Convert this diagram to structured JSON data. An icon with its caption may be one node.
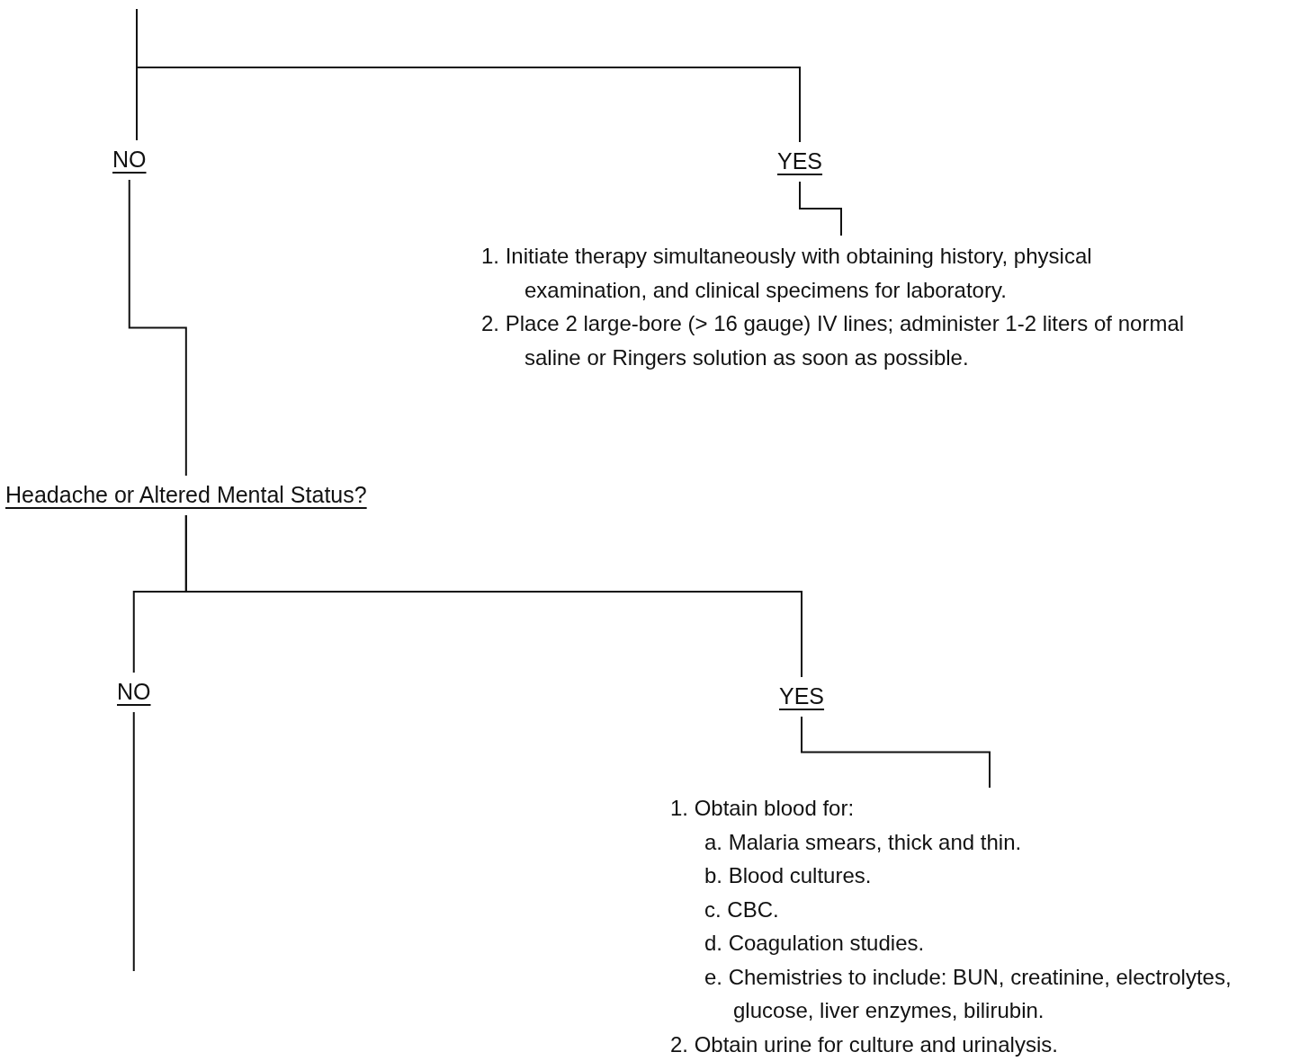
{
  "diagram": {
    "nodes": [
      {
        "text": [
          "NO"
        ]
      },
      {
        "text": [
          "YES"
        ]
      },
      {
        "text": [
          "1. Initiate therapy simultaneously with obtaining history, physical examination, and clinical specimens for laboratory.",
          "2. Place 2 large-bore (> 16 gauge) IV lines; administer 1-2 liters of normal saline or Ringers solution as soon as possible."
        ]
      },
      {
        "text": [
          "Headache or Altered Mental Status?"
        ]
      },
      {
        "text": [
          "NO"
        ]
      },
      {
        "text": [
          "YES"
        ]
      },
      {
        "text": [
          "1. Obtain blood for:",
          "a. Malaria smears, thick and thin.",
          "b. Blood cultures.",
          "c. CBC.",
          "d. Coagulation studies.",
          "e. Chemistries to include: BUN, creatinine, electrolytes, glucose, liver enzymes, bilirubin.",
          "2. Obtain urine for culture and urinalysis."
        ]
      }
    ],
    "edges": [
      {
        "from": null,
        "to": 0,
        "arrow": "none"
      },
      {
        "from": null,
        "to": 1,
        "arrow": "none"
      },
      {
        "from": 1,
        "to": 2,
        "arrow": "none"
      },
      {
        "from": 0,
        "to": 3,
        "arrow": "none"
      },
      {
        "from": 3,
        "to": 4,
        "arrow": "none"
      },
      {
        "from": 3,
        "to": 5,
        "arrow": "none"
      },
      {
        "from": 5,
        "to": 6,
        "arrow": "none"
      },
      {
        "from": 4,
        "to": null,
        "arrow": "none"
      }
    ]
  }
}
